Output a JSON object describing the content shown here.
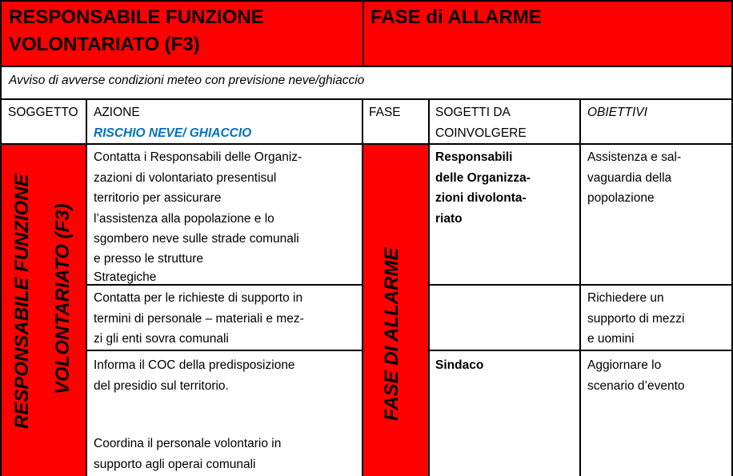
{
  "header": {
    "role_title_lines": [
      "RESPONSABILE FUNZIONE",
      "VOLONTARIATO (F3)"
    ],
    "phase_title": "FASE di ALLARME"
  },
  "notice": "Avviso di avverse condizioni meteo con previsione neve/ghiaccio",
  "columns": {
    "soggetto": "SOGGETTO",
    "azione": "AZIONE",
    "azione_sub": "RISCHIO NEVE/ GHIACCIO",
    "fase": "FASE",
    "coinvolgere_lines": [
      "SOGETTI DA",
      "COINVOLGERE"
    ],
    "obiettivi": "OBIETTIVI"
  },
  "side": {
    "soggetto_lines": [
      "RESPONSABILE  FUNZIONE",
      "VOLONTARIATO (F3)"
    ],
    "fase": "FASE  DI  ALLARME"
  },
  "rows": [
    {
      "azione_lines": [
        "Contatta i Responsabili delle Organiz-",
        "zazioni di volontariato presentisul",
        "territorio per assicurare",
        "l’assistenza alla popolazione e lo",
        "sgombero neve sulle strade comunali",
        "e presso le strutture",
        "Strategiche"
      ],
      "coinvolgere_lines": [
        "Responsabili",
        "delle Organizza-",
        "zioni divolonta-",
        "riato"
      ],
      "obiettivi_lines": [
        "Assistenza e sal-",
        "vaguardia della",
        "popolazione"
      ]
    },
    {
      "azione_lines": [
        "Contatta per le richieste di supporto in",
        "termini di personale – materiali e mez-",
        "zi gli enti sovra comunali"
      ],
      "coinvolgere_lines": [],
      "obiettivi_lines": [
        "Richiedere un",
        "supporto di mezzi",
        "e uomini"
      ]
    },
    {
      "azione_lines": [
        "Informa il COC della predisposizione",
        "del presidio sul territorio."
      ],
      "azione_lines_b": [
        "Coordina il personale volontario in",
        "supporto agli operai comunali"
      ],
      "coinvolgere_lines": [
        "Sindaco"
      ],
      "obiettivi_lines": [
        "Aggiornare lo",
        "scenario d’evento"
      ]
    }
  ],
  "colors": {
    "red": "#ff0000",
    "blue": "#0070c0",
    "border": "#000000",
    "white": "#ffffff"
  }
}
